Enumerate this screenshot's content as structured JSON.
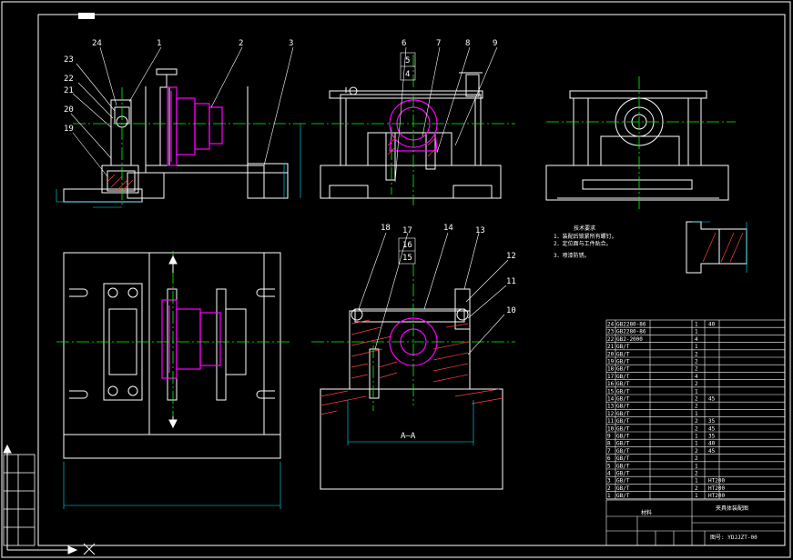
{
  "colors": {
    "background": "#000000",
    "outline": "#ffffff",
    "center_line": "#00ff00",
    "dimension": "#00e5ff",
    "highlight": "#ff00ff",
    "section_hatch": "#ff3b3b"
  },
  "callouts_top": [
    "24",
    "1",
    "2",
    "3",
    "6",
    "7",
    "8",
    "9"
  ],
  "callouts_left": [
    "23",
    "22",
    "21",
    "20",
    "19"
  ],
  "callout_stack": [
    "5",
    "4"
  ],
  "callouts_section": [
    "18",
    "17",
    "16",
    "15",
    "14",
    "13",
    "12",
    "11",
    "10"
  ],
  "section_label": "A—A",
  "tech_req": {
    "title": "技术要求",
    "lines": [
      "1．装配后锁紧所有螺钉。",
      "2．定位面与工件贴合。",
      "3．喷漆防锈。"
    ]
  },
  "parts_table": {
    "rows": [
      {
        "no": "24",
        "code": "GB2280-86",
        "qty": "1"
      },
      {
        "no": "23",
        "code": "GB2280-86",
        "qty": "1"
      },
      {
        "no": "22",
        "code": "GB2-2000",
        "qty": "4"
      },
      {
        "no": "21",
        "code": "GB/T",
        "qty": "1"
      },
      {
        "no": "20",
        "code": "GB/T",
        "qty": "2"
      },
      {
        "no": "19",
        "code": "GB/T",
        "qty": "2"
      },
      {
        "no": "18",
        "code": "GB/T",
        "qty": "2"
      },
      {
        "no": "17",
        "code": "GB/T",
        "qty": "4"
      },
      {
        "no": "16",
        "code": "GB/T",
        "qty": "2"
      },
      {
        "no": "15",
        "code": "GB/T",
        "qty": "1"
      },
      {
        "no": "14",
        "code": "GB/T",
        "qty": "2"
      },
      {
        "no": "13",
        "code": "GB/T",
        "qty": "2"
      },
      {
        "no": "12",
        "code": "GB/T",
        "qty": "1"
      },
      {
        "no": "11",
        "code": "GB/T",
        "qty": "2"
      },
      {
        "no": "10",
        "code": "GB/T",
        "qty": "2"
      },
      {
        "no": "9",
        "code": "GB/T",
        "qty": "1"
      },
      {
        "no": "8",
        "code": "GB/T",
        "qty": "1"
      },
      {
        "no": "7",
        "code": "GB/T",
        "qty": "2"
      },
      {
        "no": "6",
        "code": "GB/T",
        "qty": "2"
      },
      {
        "no": "5",
        "code": "GB/T",
        "qty": "1"
      },
      {
        "no": "4",
        "code": "GB/T",
        "qty": "2"
      },
      {
        "no": "3",
        "code": "GB/T",
        "qty": "1"
      },
      {
        "no": "2",
        "code": "GB/T",
        "qty": "2"
      },
      {
        "no": "1",
        "code": "GB/T",
        "qty": "1"
      }
    ],
    "qty_extra": [
      "40",
      "",
      "",
      "",
      "",
      "",
      "",
      "",
      "",
      "",
      "45",
      "",
      "",
      "35",
      "45",
      "35",
      "40",
      "45",
      "",
      "",
      "",
      "HT200",
      "HT200",
      "HT200"
    ]
  },
  "title_block": {
    "name": "夹具体装配图",
    "drawing_no": "图号: YDJJZT-00",
    "material": "材料"
  }
}
